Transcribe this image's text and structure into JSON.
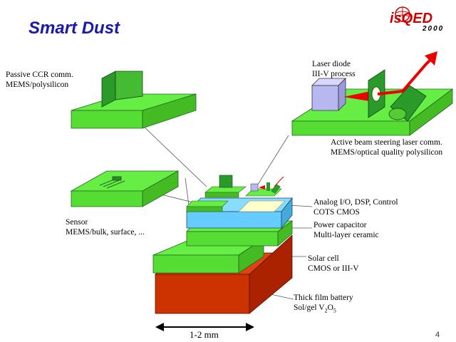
{
  "title": "Smart Dust",
  "logo": {
    "name": "isQED",
    "year": "2000"
  },
  "page_number": "4",
  "labels": {
    "passive_ccr": [
      "Passive CCR comm.",
      "MEMS/polysilicon"
    ],
    "laser_diode": [
      "Laser diode",
      "III-V process"
    ],
    "active_beam": [
      "Active beam steering laser comm.",
      "MEMS/optical quality polysilicon"
    ],
    "sensor": [
      "Sensor",
      "MEMS/bulk, surface, ..."
    ],
    "analog": [
      "Analog I/O, DSP, Control",
      "COTS CMOS"
    ],
    "power_cap": [
      "Power capacitor",
      "Multi-layer ceramic"
    ],
    "solar": [
      "Solar cell",
      "CMOS or III-V"
    ],
    "battery": {
      "line1": "Thick film battery",
      "line2_prefix": "Sol/gel V",
      "sub1": "2",
      "mid": "O",
      "sub2": "5"
    },
    "dimension": "1-2 mm"
  },
  "colors": {
    "title": "#1a1aa8",
    "green": "#66ee44",
    "dark_green": "#229922",
    "blue": "#66ccff",
    "battery": "#cc3300",
    "laser": "#ee0000"
  }
}
